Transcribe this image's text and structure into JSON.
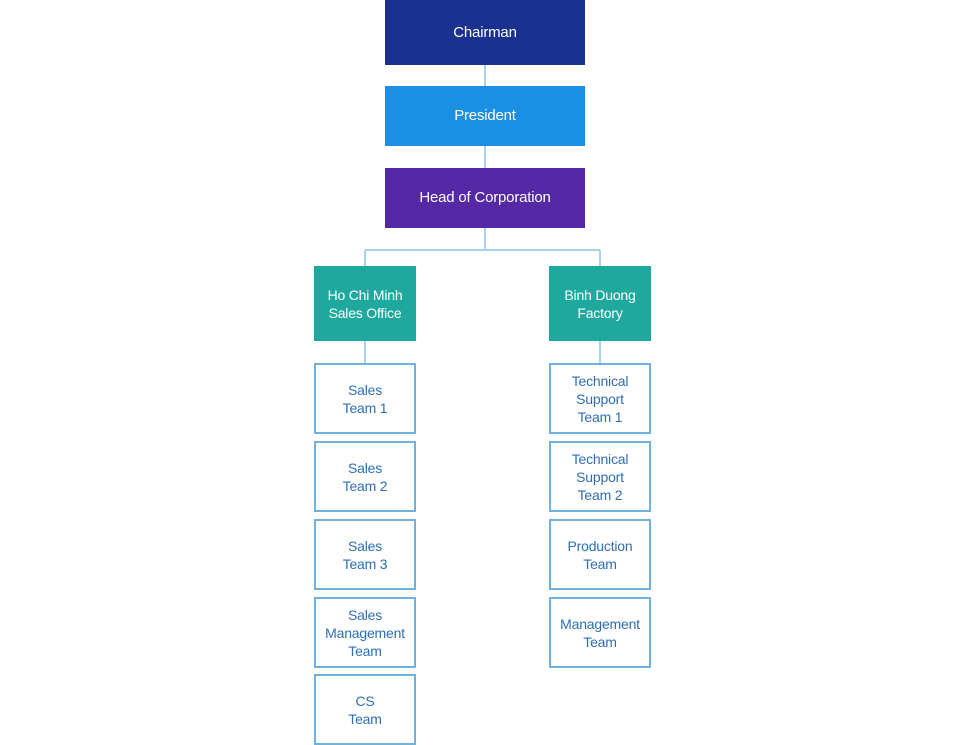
{
  "colors": {
    "chairman": "#1a318f",
    "president": "#1b8fe3",
    "head": "#5528a6",
    "office": "#1fa89e",
    "team_border": "#6fb2e0",
    "team_text": "#2d6fb3",
    "connector": "#a9d3ec"
  },
  "chairman": "Chairman",
  "president": "President",
  "head": "Head of Corporation",
  "hcm_office": "Ho Chi Minh\nSales Office",
  "bd_factory": "Binh Duong\nFactory",
  "hcm_teams": [
    "Sales\nTeam 1",
    "Sales\nTeam 2",
    "Sales\nTeam 3",
    "Sales\nManagement\nTeam",
    "CS\nTeam"
  ],
  "bd_teams": [
    "Technical\nSupport\nTeam 1",
    "Technical\nSupport\nTeam 2",
    "Production\nTeam",
    "Management\nTeam"
  ]
}
